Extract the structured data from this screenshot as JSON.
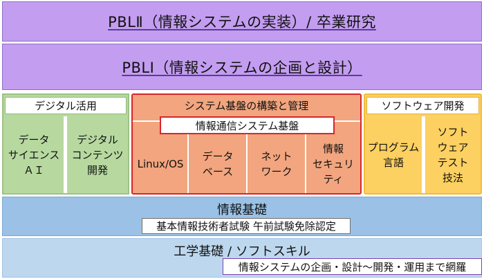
{
  "top": {
    "title": "PBLⅡ（情報システムの実装）/ 卒業研究"
  },
  "second": {
    "title": "PBLⅠ（情報システムの企画と設計）"
  },
  "green": {
    "header": "デジタル活用",
    "cols": [
      "データ\nサイエンス\nＡＩ",
      "デジタル\nコンテンツ\n開発"
    ]
  },
  "orange": {
    "header": "システム基盤の構築と管理",
    "subheader": "情報通信システム基盤",
    "cols": [
      "Linux/OS",
      "データ\nベース",
      "ネット\nワーク",
      "情報\nセキュリ\nティ"
    ]
  },
  "yellow": {
    "header": "ソフトウェア開発",
    "cols": [
      "プログラム\n言語",
      "ソフト\nウェア\nテスト\n技法"
    ]
  },
  "info": {
    "title": "情報基礎",
    "box": "基本情報技術者試験 午前試験免除認定"
  },
  "eng": {
    "title": "工学基礎 / ソフトスキル",
    "box": "情報システムの企画・設計～開発・運用まで網羅"
  },
  "colors": {
    "purple": "#c39df0",
    "green": "#b7d9a0",
    "orange": "#f2a57e",
    "yellow": "#fcd061",
    "blue": "#9bc2e6",
    "light_blue": "#bdd7ee"
  }
}
